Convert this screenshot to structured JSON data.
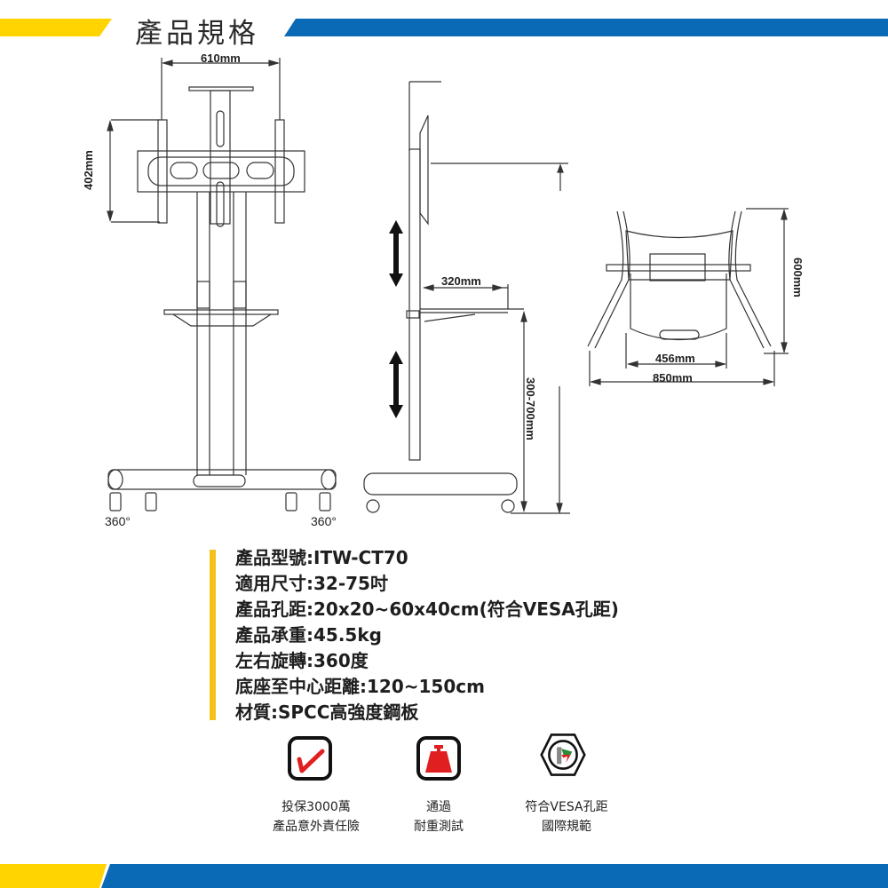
{
  "header": {
    "title": "產品規格",
    "colors": {
      "yellow": "#ffd400",
      "blue": "#0a6ab6"
    }
  },
  "dimensions": {
    "front_width": "610mm",
    "front_height": "402mm",
    "swivel_left": "360°",
    "swivel_right": "360°",
    "shelf_depth": "320mm",
    "shelf_height": "300-700mm",
    "base_inner_width": "456mm",
    "base_outer_width": "850mm",
    "base_depth": "600mm"
  },
  "specs": [
    "產品型號:ITW-CT70",
    "適用尺寸:32-75吋",
    "產品孔距:20x20~60x40cm(符合VESA孔距)",
    "產品承重:45.5kg",
    "左右旋轉:360度",
    "底座至中心距離:120~150cm",
    "材質:SPCC高強度鋼板"
  ],
  "badges": [
    {
      "icon": "checkmark-icon",
      "line1": "投保3000萬",
      "line2": "產品意外責任險"
    },
    {
      "icon": "weight-icon",
      "line1": "通過",
      "line2": "耐重測試"
    },
    {
      "icon": "vesa-compliant-icon",
      "line1": "符合VESA孔距",
      "line2": "國際規範"
    }
  ],
  "accent": {
    "spec_bar": "#f2c21b",
    "icon_red": "#e02020"
  }
}
